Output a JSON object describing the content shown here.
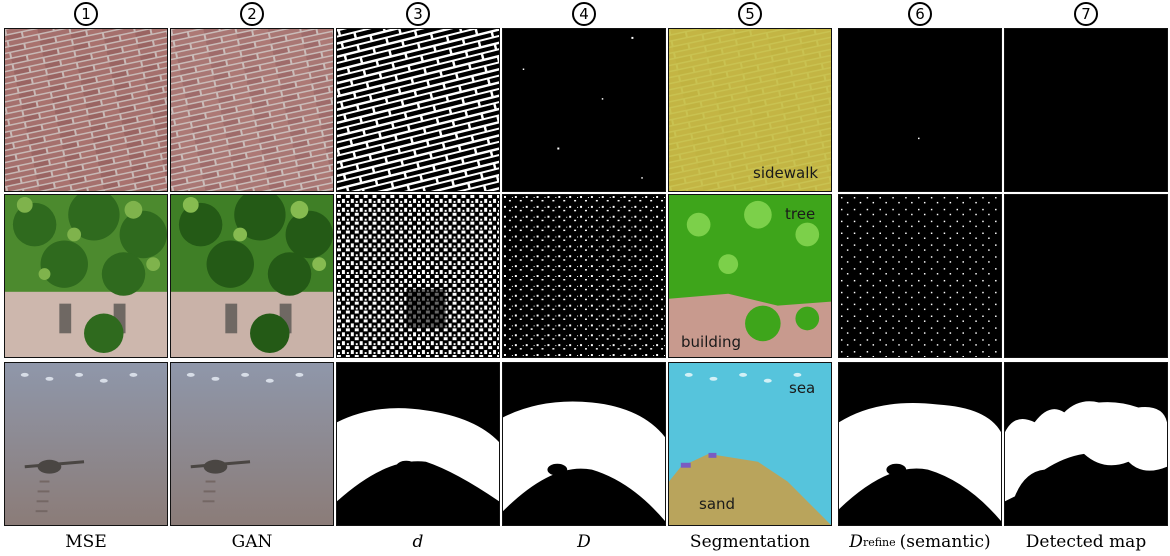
{
  "columns": [
    {
      "number": "1",
      "label": "MSE"
    },
    {
      "number": "2",
      "label": "GAN"
    },
    {
      "number": "3",
      "label": "d"
    },
    {
      "number": "4",
      "label": "D"
    },
    {
      "number": "5",
      "label": "Segmentation"
    },
    {
      "number": "6",
      "label_main": "D",
      "label_sub": "refine",
      "label_suffix": "(semantic)"
    },
    {
      "number": "7",
      "label": "Detected map"
    }
  ],
  "segmentation_labels": {
    "row1": [
      "sidewalk"
    ],
    "row2": [
      "tree",
      "building"
    ],
    "row3": [
      "sea",
      "sand"
    ]
  },
  "colors": {
    "sidewalk": "#c9c43a",
    "tree": "#3ea51b",
    "building": "#c89a8e",
    "sea": "#56c4dc",
    "sand": "#b9a45c",
    "brick": "#a06a68",
    "mortar": "#c8b9b6"
  }
}
